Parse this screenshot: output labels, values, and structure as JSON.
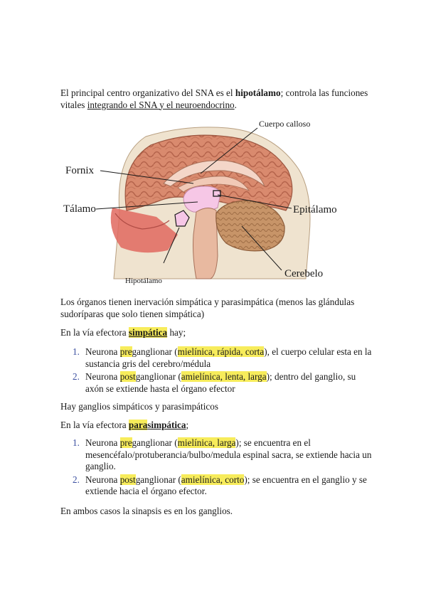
{
  "intro": {
    "t1": "El principal centro organizativo del SNA es el ",
    "b1": "hipotálamo",
    "t2": "; controla las funciones vitales ",
    "u1": "integrando el SNA y el neuroendocrino",
    "t3": "."
  },
  "figure": {
    "labels": {
      "cuerpo_calloso": "Cuerpo calloso",
      "fornix": "Fornix",
      "talamo": "Tálamo",
      "epitalamo": "Epitálamo",
      "hipotalamo": "Hipotálamo",
      "cerebelo": "Cerebelo"
    },
    "colors": {
      "cortex": "#d98a6e",
      "cortex_dark": "#b5644c",
      "thalamus": "#f6c7e6",
      "cerebellum": "#c79468",
      "bone": "#efe3cf",
      "muscle": "#e0685f"
    }
  },
  "p2": "Los órganos tienen inervación simpática y parasimpática (menos las glándulas sudoríparas que solo tienen simpática)",
  "p3": {
    "pre": "En la vía efectora ",
    "hl": "simpática",
    "post": " hay;"
  },
  "list1": [
    {
      "num": "1.",
      "a": "Neurona ",
      "h1": "pre",
      "b": "ganglionar (",
      "h2": "mielínica, rápida, corta",
      "c": "), el cuerpo celular esta en la sustancia gris del cerebro/médula"
    },
    {
      "num": "2.",
      "a": "Neurona ",
      "h1": "post",
      "b": "ganglionar (",
      "h2": "amielínica, lenta, larga",
      "c": "); dentro del ganglio, su axón se extiende hasta el órgano efector"
    }
  ],
  "p4": "Hay ganglios simpáticos y parasimpáticos",
  "p5": {
    "pre": "En la vía efectora ",
    "hl1": "para",
    "hl2": "simpática",
    "post": ";"
  },
  "list2": [
    {
      "num": "1.",
      "a": "Neurona ",
      "h1": "pre",
      "b": "ganglionar (",
      "h2": "mielínica, larga",
      "c": "); se encuentra en el mesencéfalo/protuberancia/bulbo/medula espinal sacra, se extiende hacia un ganglio."
    },
    {
      "num": "2.",
      "a": "Neurona ",
      "h1": "post",
      "b": "ganglionar (",
      "h2": "amielínica, corto",
      "c": "); se encuentra en el ganglio y se extiende hacia el órgano efector."
    }
  ],
  "p6": "En ambos casos la sinapsis es en los ganglios."
}
